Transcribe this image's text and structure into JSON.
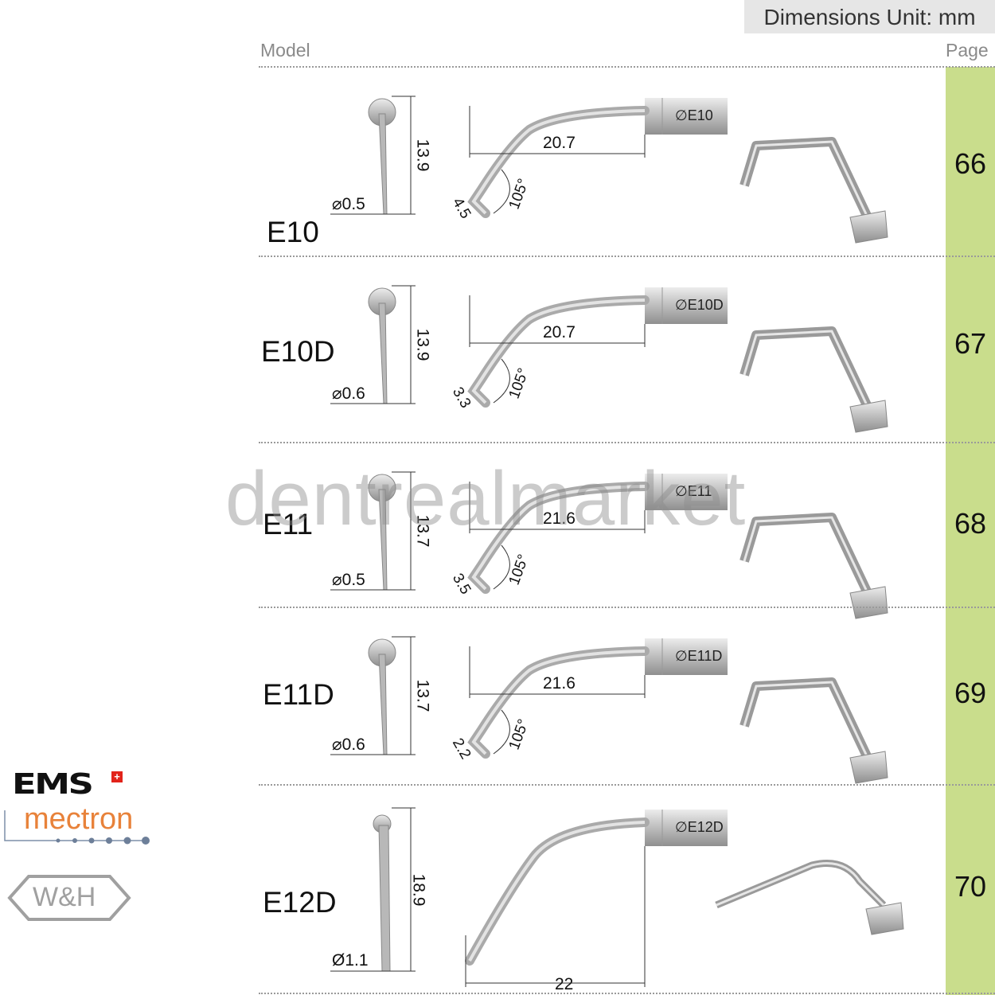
{
  "header": {
    "unit_label": "Dimensions Unit: mm",
    "model_col": "Model",
    "page_col": "Page"
  },
  "watermark": "dentrealmarket",
  "colors": {
    "page_column": "#c9dd8c",
    "mectron_orange": "#e8823a",
    "ems_red": "#e2231a"
  },
  "logos": {
    "ems": "EMS",
    "mectron": "mectron",
    "wh": "W&H"
  },
  "rows": [
    {
      "model": "E10",
      "tip_mark": "E10",
      "length": "13.9",
      "diameter": "⌀0.5",
      "reach": "20.7",
      "tip_len": "4.5",
      "angle": "105°",
      "page": "66"
    },
    {
      "model": "E10D",
      "tip_mark": "E10D",
      "length": "13.9",
      "diameter": "⌀0.6",
      "reach": "20.7",
      "tip_len": "3.3",
      "angle": "105°",
      "page": "67"
    },
    {
      "model": "E11",
      "tip_mark": "E11",
      "length": "13.7",
      "diameter": "⌀0.5",
      "reach": "21.6",
      "tip_len": "3.5",
      "angle": "105°",
      "page": "68"
    },
    {
      "model": "E11D",
      "tip_mark": "E11D",
      "length": "13.7",
      "diameter": "⌀0.6",
      "reach": "21.6",
      "tip_len": "2.2",
      "angle": "105°",
      "page": "69"
    },
    {
      "model": "E12D",
      "tip_mark": "E12D",
      "length": "18.9",
      "diameter": "Ø1.1",
      "reach": "22",
      "tip_len": "",
      "angle": "",
      "page": "70"
    }
  ]
}
